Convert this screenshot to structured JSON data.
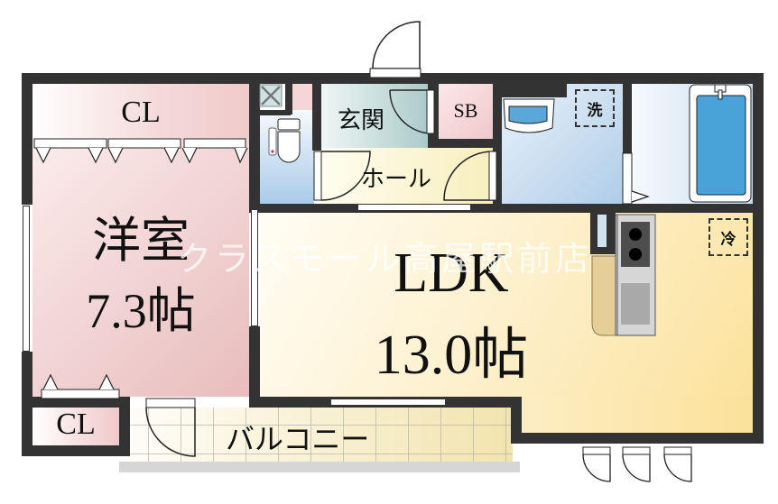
{
  "floorplan": {
    "rooms": {
      "western_room": {
        "name": "洋室",
        "size": "7.3帖"
      },
      "closet_top": {
        "name": "CL"
      },
      "closet_bottom": {
        "name": "CL"
      },
      "ldk": {
        "name": "LDK",
        "size": "13.0帖"
      },
      "entrance": {
        "name": "玄関"
      },
      "shoe_box": {
        "name": "SB"
      },
      "hall": {
        "name": "ホール"
      },
      "balcony": {
        "name": "バルコニー"
      }
    },
    "fixtures": {
      "washer_space": "洗",
      "fridge_space": "冷"
    },
    "watermark": "クラスモール高屋駅前店",
    "colors": {
      "wall": "#333333",
      "western_room": "#f0d0d0",
      "ldk": "#fde9b8",
      "wet_area": "#c8dcf0",
      "entrance": "#c4dcd8",
      "hall": "#faf3d2",
      "shoe_box": "#f5d6d8",
      "balcony": "#f7efcf"
    }
  }
}
